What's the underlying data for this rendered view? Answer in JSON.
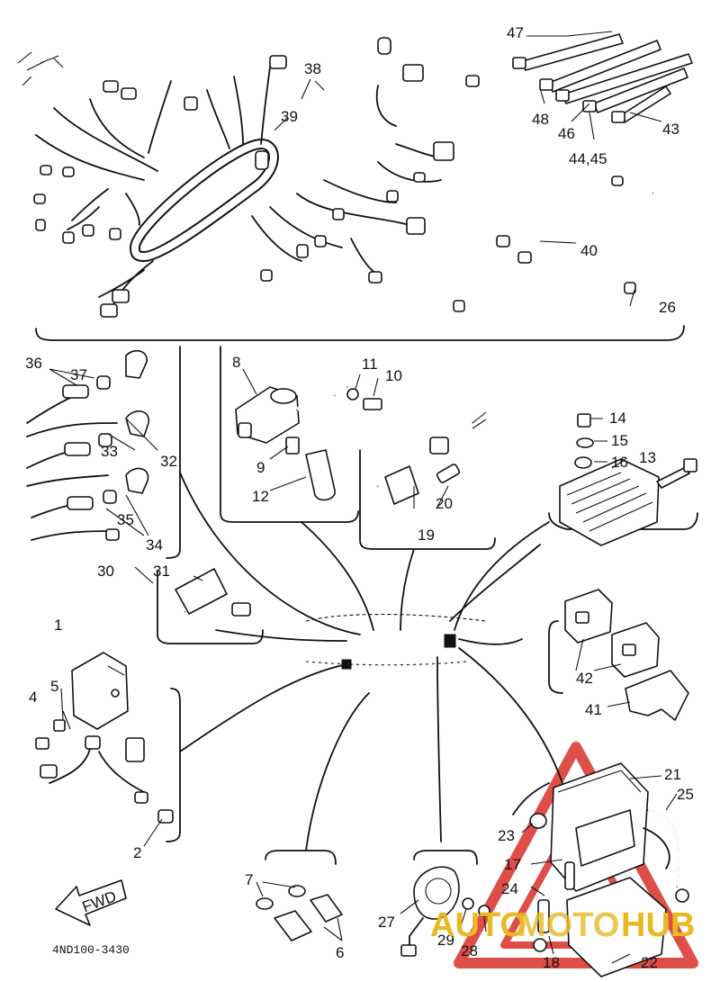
{
  "callouts": {
    "n1": "1",
    "n2": "2",
    "n4": "4",
    "n5": "5",
    "n6": "6",
    "n7": "7",
    "n8": "8",
    "n9": "9",
    "n10": "10",
    "n11": "11",
    "n12": "12",
    "n13": "13",
    "n14": "14",
    "n15": "15",
    "n16": "16",
    "n17": "17",
    "n18": "18",
    "n19": "19",
    "n20": "20",
    "n21": "21",
    "n22": "22",
    "n23": "23",
    "n24": "24",
    "n25": "25",
    "n26": "26",
    "n27": "27",
    "n28": "28",
    "n29": "29",
    "n30": "30",
    "n31": "31",
    "n32": "32",
    "n33": "33",
    "n34": "34",
    "n35": "35",
    "n36": "36",
    "n37": "37",
    "n38": "38",
    "n39": "39",
    "n40": "40",
    "n41": "41",
    "n42": "42",
    "n43": "43",
    "n44_45": "44,45",
    "n46": "46",
    "n47": "47",
    "n48": "48"
  },
  "fwd_label": "FWD",
  "drawing_code": "4ND100-3430",
  "watermark": {
    "word1": "AUTO",
    "word2": "MOTO",
    "word3": "HUB",
    "color_red": "#d9302a",
    "color_gold": "#e8b923"
  }
}
